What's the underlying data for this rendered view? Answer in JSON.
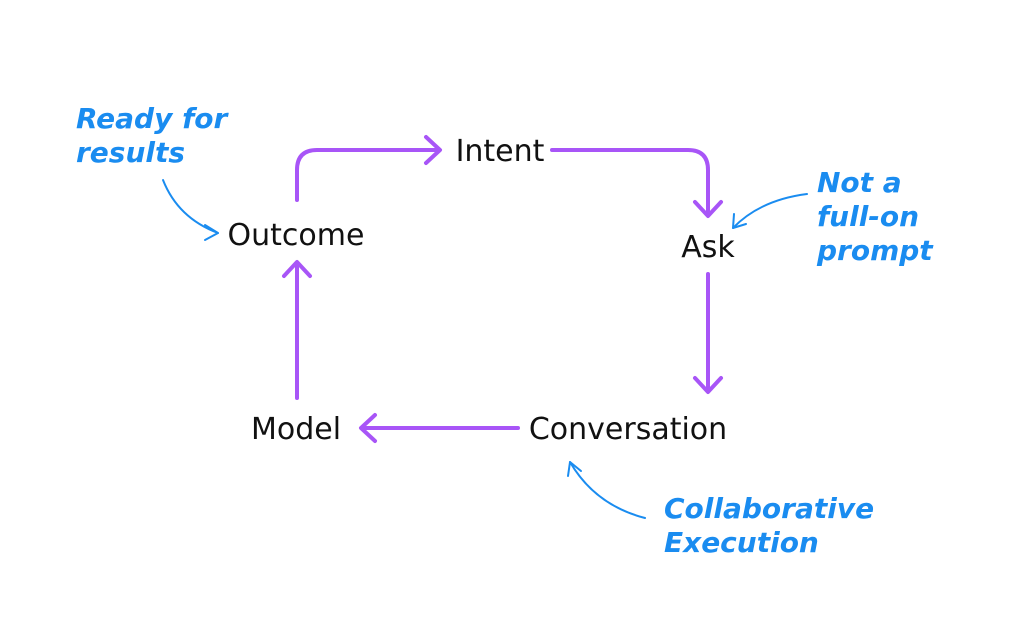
{
  "nodes": {
    "intent": "Intent",
    "ask": "Ask",
    "conversation": "Conversation",
    "model": "Model",
    "outcome": "Outcome"
  },
  "annotations": {
    "outcome_note": [
      "Ready for",
      "results"
    ],
    "ask_note": [
      "Not a",
      "full-on",
      "prompt"
    ],
    "conversation_note": [
      "Collaborative",
      "Execution"
    ]
  },
  "colors": {
    "flow_arrow": "#a855f7",
    "annotation": "#1a8cf0",
    "node_text": "#111111",
    "background": "#ffffff"
  }
}
